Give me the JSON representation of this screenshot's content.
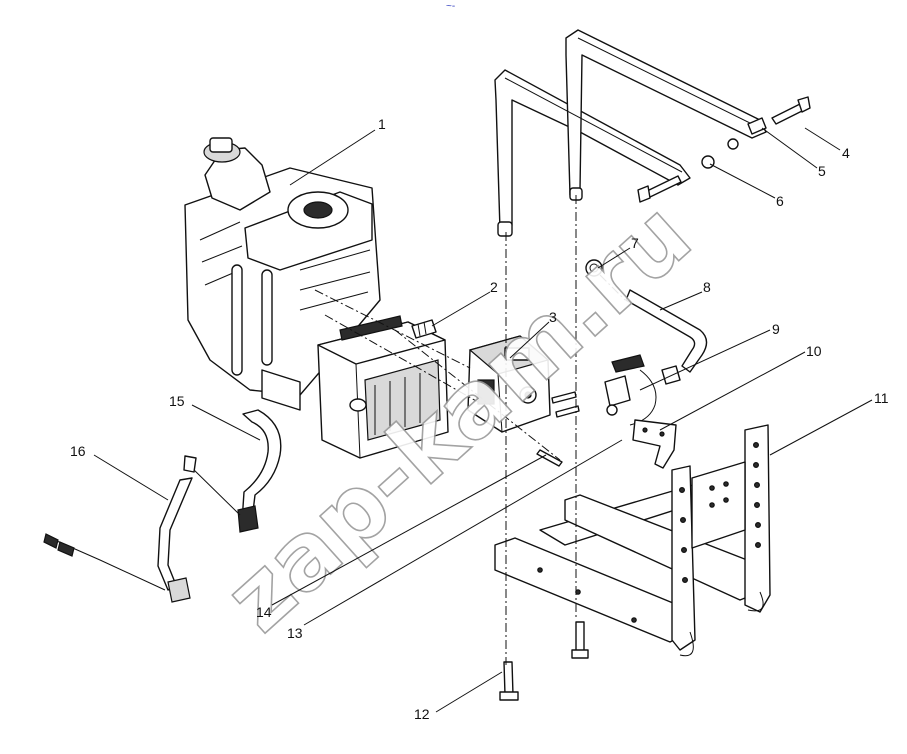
{
  "diagram": {
    "type": "exploded-parts-view",
    "callouts": [
      {
        "number": "1"
      },
      {
        "number": "2"
      },
      {
        "number": "3"
      },
      {
        "number": "4"
      },
      {
        "number": "5"
      },
      {
        "number": "6"
      },
      {
        "number": "7"
      },
      {
        "number": "8"
      },
      {
        "number": "9"
      },
      {
        "number": "10"
      },
      {
        "number": "11"
      },
      {
        "number": "12"
      },
      {
        "number": "13"
      },
      {
        "number": "14"
      },
      {
        "number": "15"
      },
      {
        "number": "16"
      }
    ],
    "watermark": "zap-kam.ru",
    "top_mark": "~-"
  }
}
